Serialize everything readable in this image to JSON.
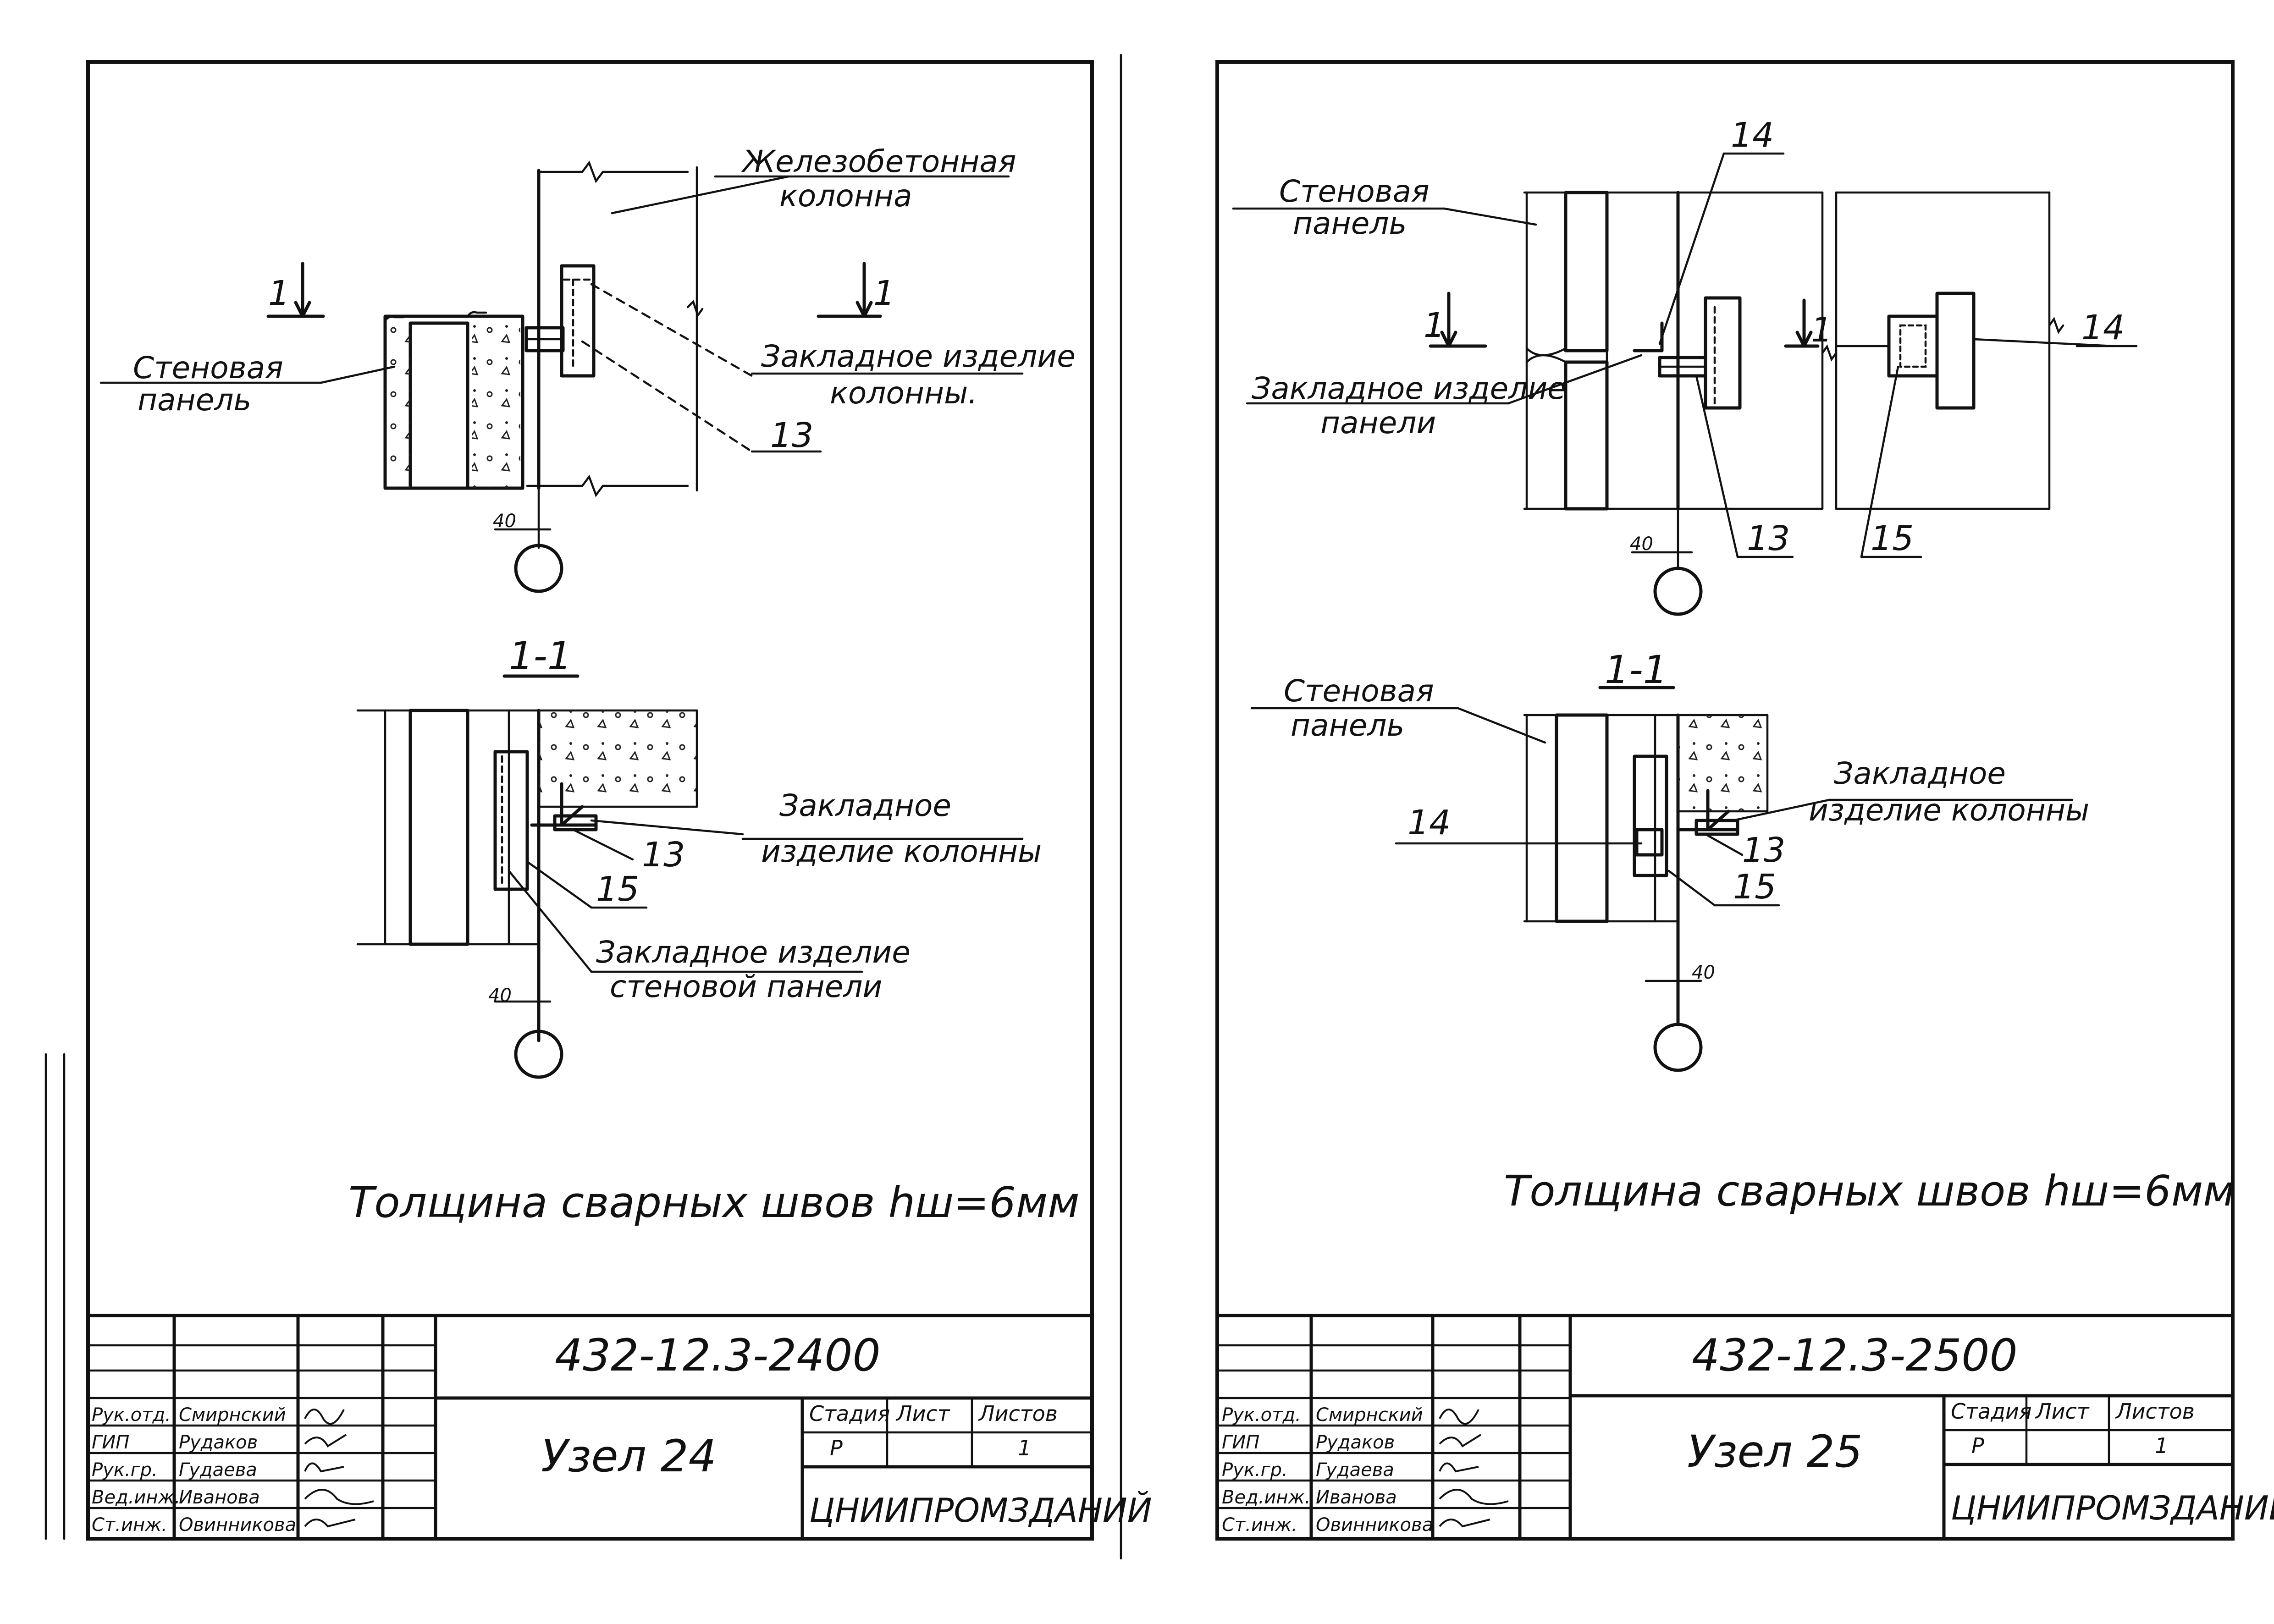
{
  "sheets": [
    {
      "code": "432-12.3-2400",
      "title": "Узел 24",
      "note": "Толщина сварных швов hш=6мм",
      "labels": {
        "column": [
          "Железобетонная",
          "колонна"
        ],
        "panel": [
          "Стеновая",
          "панель"
        ],
        "embed_column": [
          "Закладное изделие",
          "колонны."
        ],
        "embed_column2": [
          "Закладное",
          "изделие колонны"
        ],
        "embed_panel": [
          "Закладное изделие",
          "стеновой панели"
        ]
      },
      "numbers": {
        "n13a": "13",
        "n13b": "13",
        "n15": "15",
        "cut": "1",
        "dim40a": "40",
        "dim40b": "40"
      },
      "section": "1-1",
      "title_block": {
        "heads": [
          "Стадия",
          "Лист",
          "Листов"
        ],
        "values": [
          "Р",
          "",
          "1"
        ],
        "org": "ЦНИИПРОМЗДАНИЙ",
        "roles": [
          "Рук.отд.",
          "ГИП",
          "Рук.гр.",
          "Вед.инж.",
          "Ст.инж."
        ],
        "names": [
          "Смирнский",
          "Рудаков",
          "Гудаева",
          "Иванова",
          "Овинникова"
        ]
      }
    },
    {
      "code": "432-12.3-2500",
      "title": "Узел 25",
      "note": "Толщина сварных швов hш=6мм",
      "labels": {
        "panel_top": [
          "Стеновая",
          "панель"
        ],
        "embed_panel": [
          "Закладное изделие",
          "панели"
        ],
        "panel_sec": [
          "Стеновая",
          "панель"
        ],
        "embed_column": [
          "Закладное",
          "изделие колонны"
        ]
      },
      "numbers": {
        "n14a": "14",
        "n14b": "14",
        "n14c": "14",
        "n13a": "13",
        "n13b": "13",
        "n15a": "15",
        "n15b": "15",
        "cut": "1",
        "dim40a": "40",
        "dim40b": "40"
      },
      "section": "1-1",
      "title_block": {
        "heads": [
          "Стадия",
          "Лист",
          "Листов"
        ],
        "values": [
          "Р",
          "",
          "1"
        ],
        "org": "ЦНИИПРОМЗДАНИЙ",
        "roles": [
          "Рук.отд.",
          "ГИП",
          "Рук.гр.",
          "Вед.инж.",
          "Ст.инж."
        ],
        "names": [
          "Смирнский",
          "Рудаков",
          "Гудаева",
          "Иванова",
          "Овинникова"
        ]
      }
    }
  ]
}
